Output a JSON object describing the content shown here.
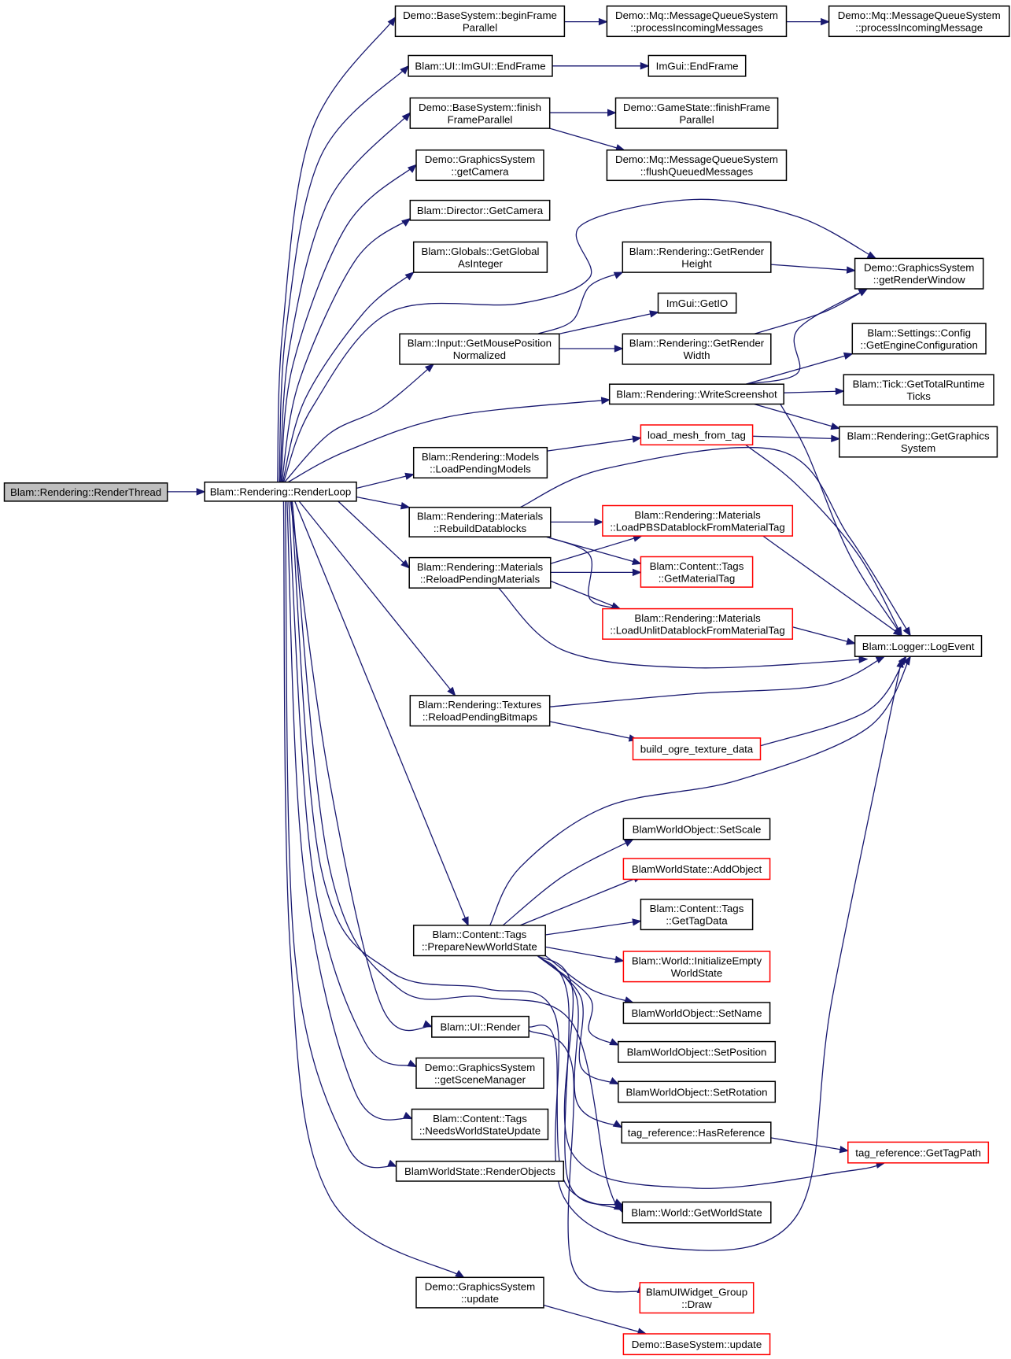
{
  "colors": {
    "edge": "#191970",
    "border_normal": "#000000",
    "border_truncated": "#ff0000",
    "root_fill": "#bfbfbf",
    "node_fill": "#ffffff",
    "background": "#ffffff"
  },
  "nodes": [
    {
      "id": "renderthread",
      "lines": [
        "Blam::Rendering::RenderThread"
      ],
      "kind": "root"
    },
    {
      "id": "renderloop",
      "lines": [
        "Blam::Rendering::RenderLoop"
      ],
      "kind": "normal"
    },
    {
      "id": "beginframe",
      "lines": [
        "Demo::BaseSystem::beginFrame",
        "Parallel"
      ],
      "kind": "normal"
    },
    {
      "id": "mqincoming",
      "lines": [
        "Demo::Mq::MessageQueueSystem",
        "::processIncomingMessages"
      ],
      "kind": "normal"
    },
    {
      "id": "mqincoming1",
      "lines": [
        "Demo::Mq::MessageQueueSystem",
        "::processIncomingMessage"
      ],
      "kind": "normal"
    },
    {
      "id": "uiendframe",
      "lines": [
        "Blam::UI::ImGUI::EndFrame"
      ],
      "kind": "normal"
    },
    {
      "id": "imguiendframe",
      "lines": [
        "ImGui::EndFrame"
      ],
      "kind": "normal"
    },
    {
      "id": "finishframe",
      "lines": [
        "Demo::BaseSystem::finish",
        "FrameParallel"
      ],
      "kind": "normal"
    },
    {
      "id": "gsfinish",
      "lines": [
        "Demo::GameState::finishFrame",
        "Parallel"
      ],
      "kind": "normal"
    },
    {
      "id": "flushqueued",
      "lines": [
        "Demo::Mq::MessageQueueSystem",
        "::flushQueuedMessages"
      ],
      "kind": "normal"
    },
    {
      "id": "getcamera1",
      "lines": [
        "Demo::GraphicsSystem",
        "::getCamera"
      ],
      "kind": "normal"
    },
    {
      "id": "directorcam",
      "lines": [
        "Blam::Director::GetCamera"
      ],
      "kind": "normal"
    },
    {
      "id": "globalsint",
      "lines": [
        "Blam::Globals::GetGlobal",
        "AsInteger"
      ],
      "kind": "normal"
    },
    {
      "id": "getrenderheight",
      "lines": [
        "Blam::Rendering::GetRender",
        "Height"
      ],
      "kind": "normal"
    },
    {
      "id": "getrenderwindow",
      "lines": [
        "Demo::GraphicsSystem",
        "::getRenderWindow"
      ],
      "kind": "normal"
    },
    {
      "id": "imguigetio",
      "lines": [
        "ImGui::GetIO"
      ],
      "kind": "normal"
    },
    {
      "id": "mousepos",
      "lines": [
        "Blam::Input::GetMousePosition",
        "Normalized"
      ],
      "kind": "normal"
    },
    {
      "id": "getrenderwidth",
      "lines": [
        "Blam::Rendering::GetRender",
        "Width"
      ],
      "kind": "normal"
    },
    {
      "id": "engineconfig",
      "lines": [
        "Blam::Settings::Config",
        "::GetEngineConfiguration"
      ],
      "kind": "normal"
    },
    {
      "id": "writescreenshot",
      "lines": [
        "Blam::Rendering::WriteScreenshot"
      ],
      "kind": "normal"
    },
    {
      "id": "totalruntime",
      "lines": [
        "Blam::Tick::GetTotalRuntime",
        "Ticks"
      ],
      "kind": "normal"
    },
    {
      "id": "loadmesh",
      "lines": [
        "load_mesh_from_tag"
      ],
      "kind": "truncated"
    },
    {
      "id": "getgraphics",
      "lines": [
        "Blam::Rendering::GetGraphics",
        "System"
      ],
      "kind": "normal"
    },
    {
      "id": "loadpendingmodels",
      "lines": [
        "Blam::Rendering::Models",
        "::LoadPendingModels"
      ],
      "kind": "normal"
    },
    {
      "id": "rebuilddatablocks",
      "lines": [
        "Blam::Rendering::Materials",
        "::RebuildDatablocks"
      ],
      "kind": "normal"
    },
    {
      "id": "loadpbs",
      "lines": [
        "Blam::Rendering::Materials",
        "::LoadPBSDatablockFromMaterialTag"
      ],
      "kind": "truncated"
    },
    {
      "id": "reloadmaterials",
      "lines": [
        "Blam::Rendering::Materials",
        "::ReloadPendingMaterials"
      ],
      "kind": "normal"
    },
    {
      "id": "getmaterialtag",
      "lines": [
        "Blam::Content::Tags",
        "::GetMaterialTag"
      ],
      "kind": "truncated"
    },
    {
      "id": "loadunlit",
      "lines": [
        "Blam::Rendering::Materials",
        "::LoadUnlitDatablockFromMaterialTag"
      ],
      "kind": "truncated"
    },
    {
      "id": "logevent",
      "lines": [
        "Blam::Logger::LogEvent"
      ],
      "kind": "normal"
    },
    {
      "id": "reloadbitmaps",
      "lines": [
        "Blam::Rendering::Textures",
        "::ReloadPendingBitmaps"
      ],
      "kind": "normal"
    },
    {
      "id": "ogretexture",
      "lines": [
        "build_ogre_texture_data"
      ],
      "kind": "truncated"
    },
    {
      "id": "setscale",
      "lines": [
        "BlamWorldObject::SetScale"
      ],
      "kind": "normal"
    },
    {
      "id": "addobject",
      "lines": [
        "BlamWorldState::AddObject"
      ],
      "kind": "truncated"
    },
    {
      "id": "gettagdata",
      "lines": [
        "Blam::Content::Tags",
        "::GetTagData"
      ],
      "kind": "normal"
    },
    {
      "id": "preparenewworld",
      "lines": [
        "Blam::Content::Tags",
        "::PrepareNewWorldState"
      ],
      "kind": "normal"
    },
    {
      "id": "initempty",
      "lines": [
        "Blam::World::InitializeEmpty",
        "WorldState"
      ],
      "kind": "truncated"
    },
    {
      "id": "setname",
      "lines": [
        "BlamWorldObject::SetName"
      ],
      "kind": "normal"
    },
    {
      "id": "uirender",
      "lines": [
        "Blam::UI::Render"
      ],
      "kind": "normal"
    },
    {
      "id": "setposition",
      "lines": [
        "BlamWorldObject::SetPosition"
      ],
      "kind": "normal"
    },
    {
      "id": "getscenemanager",
      "lines": [
        "Demo::GraphicsSystem",
        "::getSceneManager"
      ],
      "kind": "normal"
    },
    {
      "id": "setrotation",
      "lines": [
        "BlamWorldObject::SetRotation"
      ],
      "kind": "normal"
    },
    {
      "id": "needsworldupdate",
      "lines": [
        "Blam::Content::Tags",
        "::NeedsWorldStateUpdate"
      ],
      "kind": "normal"
    },
    {
      "id": "hasreference",
      "lines": [
        "tag_reference::HasReference"
      ],
      "kind": "normal"
    },
    {
      "id": "gettagpath",
      "lines": [
        "tag_reference::GetTagPath"
      ],
      "kind": "truncated"
    },
    {
      "id": "renderobjects",
      "lines": [
        "BlamWorldState::RenderObjects"
      ],
      "kind": "normal"
    },
    {
      "id": "getworldstate",
      "lines": [
        "Blam::World::GetWorldState"
      ],
      "kind": "normal"
    },
    {
      "id": "gsupdate",
      "lines": [
        "Demo::GraphicsSystem",
        "::update"
      ],
      "kind": "normal"
    },
    {
      "id": "widgetdraw",
      "lines": [
        "BlamUIWidget_Group",
        "::Draw"
      ],
      "kind": "truncated"
    },
    {
      "id": "bsupdate",
      "lines": [
        "Demo::BaseSystem::update"
      ],
      "kind": "truncated"
    }
  ],
  "edges": [
    [
      "renderthread",
      "renderloop"
    ],
    [
      "renderloop",
      "beginframe"
    ],
    [
      "beginframe",
      "mqincoming"
    ],
    [
      "mqincoming",
      "mqincoming1"
    ],
    [
      "renderloop",
      "uiendframe"
    ],
    [
      "uiendframe",
      "imguiendframe"
    ],
    [
      "renderloop",
      "finishframe"
    ],
    [
      "finishframe",
      "gsfinish"
    ],
    [
      "finishframe",
      "flushqueued"
    ],
    [
      "renderloop",
      "getcamera1"
    ],
    [
      "renderloop",
      "directorcam"
    ],
    [
      "renderloop",
      "globalsint"
    ],
    [
      "renderloop",
      "getrenderwindow"
    ],
    [
      "renderloop",
      "mousepos"
    ],
    [
      "mousepos",
      "getrenderheight"
    ],
    [
      "mousepos",
      "imguigetio"
    ],
    [
      "mousepos",
      "getrenderwidth"
    ],
    [
      "getrenderheight",
      "getrenderwindow"
    ],
    [
      "getrenderwidth",
      "getrenderwindow"
    ],
    [
      "renderloop",
      "writescreenshot"
    ],
    [
      "writescreenshot",
      "getrenderwindow"
    ],
    [
      "writescreenshot",
      "engineconfig"
    ],
    [
      "writescreenshot",
      "totalruntime"
    ],
    [
      "writescreenshot",
      "getgraphics"
    ],
    [
      "writescreenshot",
      "logevent"
    ],
    [
      "renderloop",
      "loadpendingmodels"
    ],
    [
      "loadpendingmodels",
      "loadmesh"
    ],
    [
      "loadmesh",
      "getgraphics"
    ],
    [
      "loadmesh",
      "logevent"
    ],
    [
      "renderloop",
      "rebuilddatablocks"
    ],
    [
      "rebuilddatablocks",
      "loadpbs"
    ],
    [
      "rebuilddatablocks",
      "getmaterialtag"
    ],
    [
      "rebuilddatablocks",
      "loadunlit"
    ],
    [
      "rebuilddatablocks",
      "logevent"
    ],
    [
      "renderloop",
      "reloadmaterials"
    ],
    [
      "reloadmaterials",
      "loadpbs"
    ],
    [
      "reloadmaterials",
      "getmaterialtag"
    ],
    [
      "reloadmaterials",
      "loadunlit"
    ],
    [
      "reloadmaterials",
      "logevent"
    ],
    [
      "loadpbs",
      "logevent"
    ],
    [
      "loadunlit",
      "logevent"
    ],
    [
      "renderloop",
      "reloadbitmaps"
    ],
    [
      "reloadbitmaps",
      "logevent"
    ],
    [
      "reloadbitmaps",
      "ogretexture"
    ],
    [
      "ogretexture",
      "logevent"
    ],
    [
      "renderloop",
      "preparenewworld"
    ],
    [
      "preparenewworld",
      "logevent"
    ],
    [
      "preparenewworld",
      "setscale"
    ],
    [
      "preparenewworld",
      "addobject"
    ],
    [
      "preparenewworld",
      "gettagdata"
    ],
    [
      "preparenewworld",
      "initempty"
    ],
    [
      "preparenewworld",
      "setname"
    ],
    [
      "preparenewworld",
      "setposition"
    ],
    [
      "preparenewworld",
      "setrotation"
    ],
    [
      "preparenewworld",
      "hasreference"
    ],
    [
      "preparenewworld",
      "gettagpath"
    ],
    [
      "preparenewworld",
      "getworldstate"
    ],
    [
      "hasreference",
      "gettagpath"
    ],
    [
      "renderloop",
      "uirender"
    ],
    [
      "uirender",
      "getworldstate"
    ],
    [
      "uirender",
      "widgetdraw"
    ],
    [
      "renderloop",
      "getscenemanager"
    ],
    [
      "renderloop",
      "needsworldupdate"
    ],
    [
      "renderloop",
      "renderobjects"
    ],
    [
      "renderloop",
      "getworldstate"
    ],
    [
      "renderloop",
      "logevent"
    ],
    [
      "renderloop",
      "gsupdate"
    ],
    [
      "gsupdate",
      "bsupdate"
    ]
  ]
}
